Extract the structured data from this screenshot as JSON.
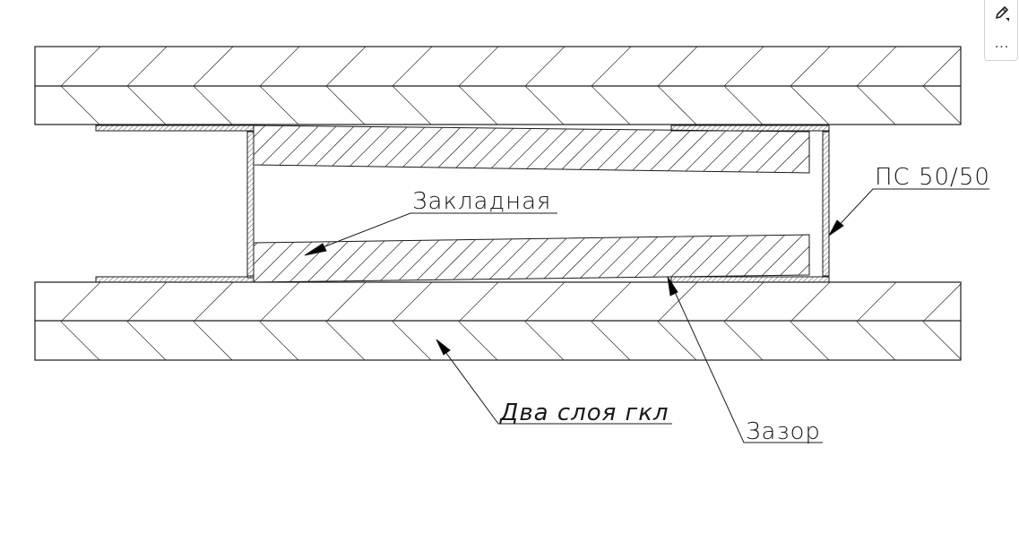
{
  "labels": {
    "zakladnaya": "Закладная",
    "ps": "ПС 50/50",
    "dva_sloya": "Два слоя гкл",
    "zazor": "Зазор"
  },
  "toolbar": {
    "edit_icon": "pencil-edit-icon",
    "more_label": "..."
  },
  "colors": {
    "line": "#1a1a1a",
    "hatch": "#3a3a3a"
  }
}
